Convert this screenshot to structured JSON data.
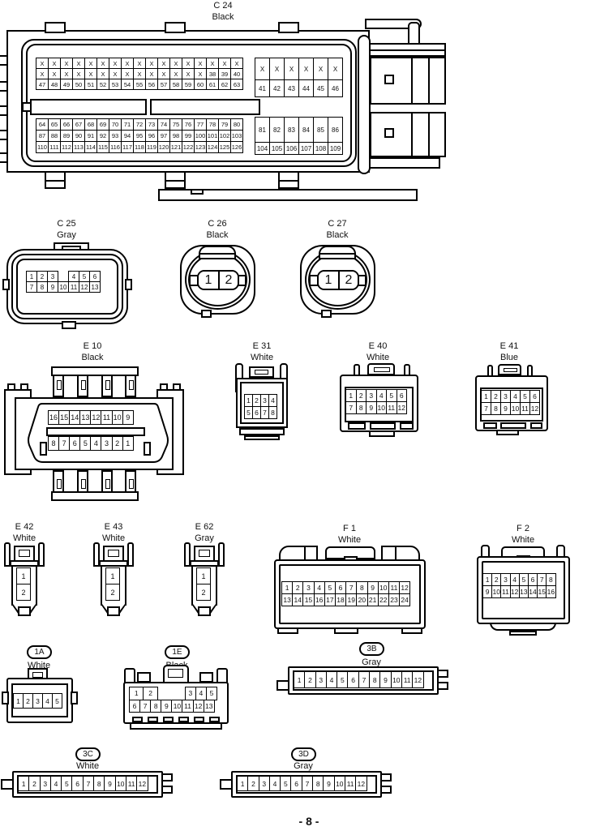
{
  "page": {
    "number": "- 8 -"
  },
  "c24": {
    "id": "C 24",
    "color": "Black",
    "left_top": [
      [
        "X",
        "X",
        "X",
        "X",
        "X",
        "X",
        "X",
        "X",
        "X",
        "X",
        "X",
        "X",
        "X",
        "X",
        "X",
        "X",
        "X"
      ],
      [
        "X",
        "X",
        "X",
        "X",
        "X",
        "X",
        "X",
        "X",
        "X",
        "X",
        "X",
        "X",
        "X",
        "X",
        "38",
        "39",
        "40"
      ],
      [
        "47",
        "48",
        "49",
        "50",
        "51",
        "52",
        "53",
        "54",
        "55",
        "56",
        "57",
        "58",
        "59",
        "60",
        "61",
        "62",
        "63"
      ]
    ],
    "right_top": [
      [
        "X",
        "X",
        "X",
        "X",
        "X",
        "X"
      ],
      [
        "41",
        "42",
        "43",
        "44",
        "45",
        "46"
      ]
    ],
    "left_bottom": [
      [
        "64",
        "65",
        "66",
        "67",
        "68",
        "69",
        "70",
        "71",
        "72",
        "73",
        "74",
        "75",
        "76",
        "77",
        "78",
        "79",
        "80"
      ],
      [
        "87",
        "88",
        "89",
        "90",
        "91",
        "92",
        "93",
        "94",
        "95",
        "96",
        "97",
        "98",
        "99",
        "100",
        "101",
        "102",
        "103"
      ],
      [
        "110",
        "111",
        "112",
        "113",
        "114",
        "115",
        "116",
        "117",
        "118",
        "119",
        "120",
        "121",
        "122",
        "123",
        "124",
        "125",
        "126"
      ]
    ],
    "right_bottom": [
      [
        "81",
        "82",
        "83",
        "84",
        "85",
        "86"
      ],
      [
        "104",
        "105",
        "106",
        "107",
        "108",
        "109"
      ]
    ]
  },
  "c25": {
    "id": "C 25",
    "color": "Gray",
    "pins": [
      [
        "1",
        "2",
        "3",
        "",
        "4",
        "5",
        "6"
      ],
      [
        "7",
        "8",
        "9",
        "10",
        "11",
        "12",
        "13"
      ]
    ]
  },
  "c26": {
    "id": "C 26",
    "color": "Black",
    "pins": [
      [
        "1",
        "2"
      ]
    ]
  },
  "c27": {
    "id": "C 27",
    "color": "Black",
    "pins": [
      [
        "1",
        "2"
      ]
    ]
  },
  "e10": {
    "id": "E 10",
    "color": "Black",
    "pins": [
      [
        "16",
        "15",
        "14",
        "13",
        "12",
        "11",
        "10",
        "9"
      ],
      [
        "8",
        "7",
        "6",
        "5",
        "4",
        "3",
        "2",
        "1"
      ]
    ]
  },
  "e31": {
    "id": "E 31",
    "color": "White",
    "pins": [
      [
        "1",
        "2",
        "3",
        "4"
      ],
      [
        "5",
        "6",
        "7",
        "8"
      ]
    ]
  },
  "e40": {
    "id": "E 40",
    "color": "White",
    "pins": [
      [
        "1",
        "2",
        "3",
        "4",
        "5",
        "6"
      ],
      [
        "7",
        "8",
        "9",
        "10",
        "11",
        "12"
      ]
    ]
  },
  "e41": {
    "id": "E 41",
    "color": "Blue",
    "pins": [
      [
        "1",
        "2",
        "3",
        "4",
        "5",
        "6"
      ],
      [
        "7",
        "8",
        "9",
        "10",
        "11",
        "12"
      ]
    ]
  },
  "e42": {
    "id": "E 42",
    "color": "White",
    "pins": [
      [
        "1"
      ],
      [
        "2"
      ]
    ]
  },
  "e43": {
    "id": "E 43",
    "color": "White",
    "pins": [
      [
        "1"
      ],
      [
        "2"
      ]
    ]
  },
  "e62": {
    "id": "E 62",
    "color": "Gray",
    "pins": [
      [
        "1"
      ],
      [
        "2"
      ]
    ]
  },
  "f1": {
    "id": "F 1",
    "color": "White",
    "pins": [
      [
        "1",
        "2",
        "3",
        "4",
        "5",
        "6",
        "7",
        "8",
        "9",
        "10",
        "11",
        "12"
      ],
      [
        "13",
        "14",
        "15",
        "16",
        "17",
        "18",
        "19",
        "20",
        "21",
        "22",
        "23",
        "24"
      ]
    ]
  },
  "f2": {
    "id": "F 2",
    "color": "White",
    "pins": [
      [
        "1",
        "2",
        "3",
        "4",
        "5",
        "6",
        "7",
        "8"
      ],
      [
        "9",
        "10",
        "11",
        "12",
        "13",
        "14",
        "15",
        "16"
      ]
    ]
  },
  "x1a": {
    "id": "1A",
    "color": "White",
    "pins": [
      [
        "1",
        "2",
        "3",
        "4",
        "5"
      ]
    ]
  },
  "x1e": {
    "id": "1E",
    "color": "Black",
    "pins": [
      [
        "1",
        "2",
        "",
        "3",
        "4",
        "5"
      ],
      [
        "6",
        "7",
        "8",
        "9",
        "10",
        "11",
        "12",
        "13"
      ]
    ]
  },
  "x3b": {
    "id": "3B",
    "color": "Gray",
    "pins": [
      [
        "1",
        "2",
        "3",
        "4",
        "5",
        "6",
        "7",
        "8",
        "9",
        "10",
        "11",
        "12"
      ]
    ]
  },
  "x3c": {
    "id": "3C",
    "color": "White",
    "pins": [
      [
        "1",
        "2",
        "3",
        "4",
        "5",
        "6",
        "7",
        "8",
        "9",
        "10",
        "11",
        "12"
      ]
    ]
  },
  "x3d": {
    "id": "3D",
    "color": "Gray",
    "pins": [
      [
        "1",
        "2",
        "3",
        "4",
        "5",
        "6",
        "7",
        "8",
        "9",
        "10",
        "11",
        "12"
      ]
    ]
  }
}
